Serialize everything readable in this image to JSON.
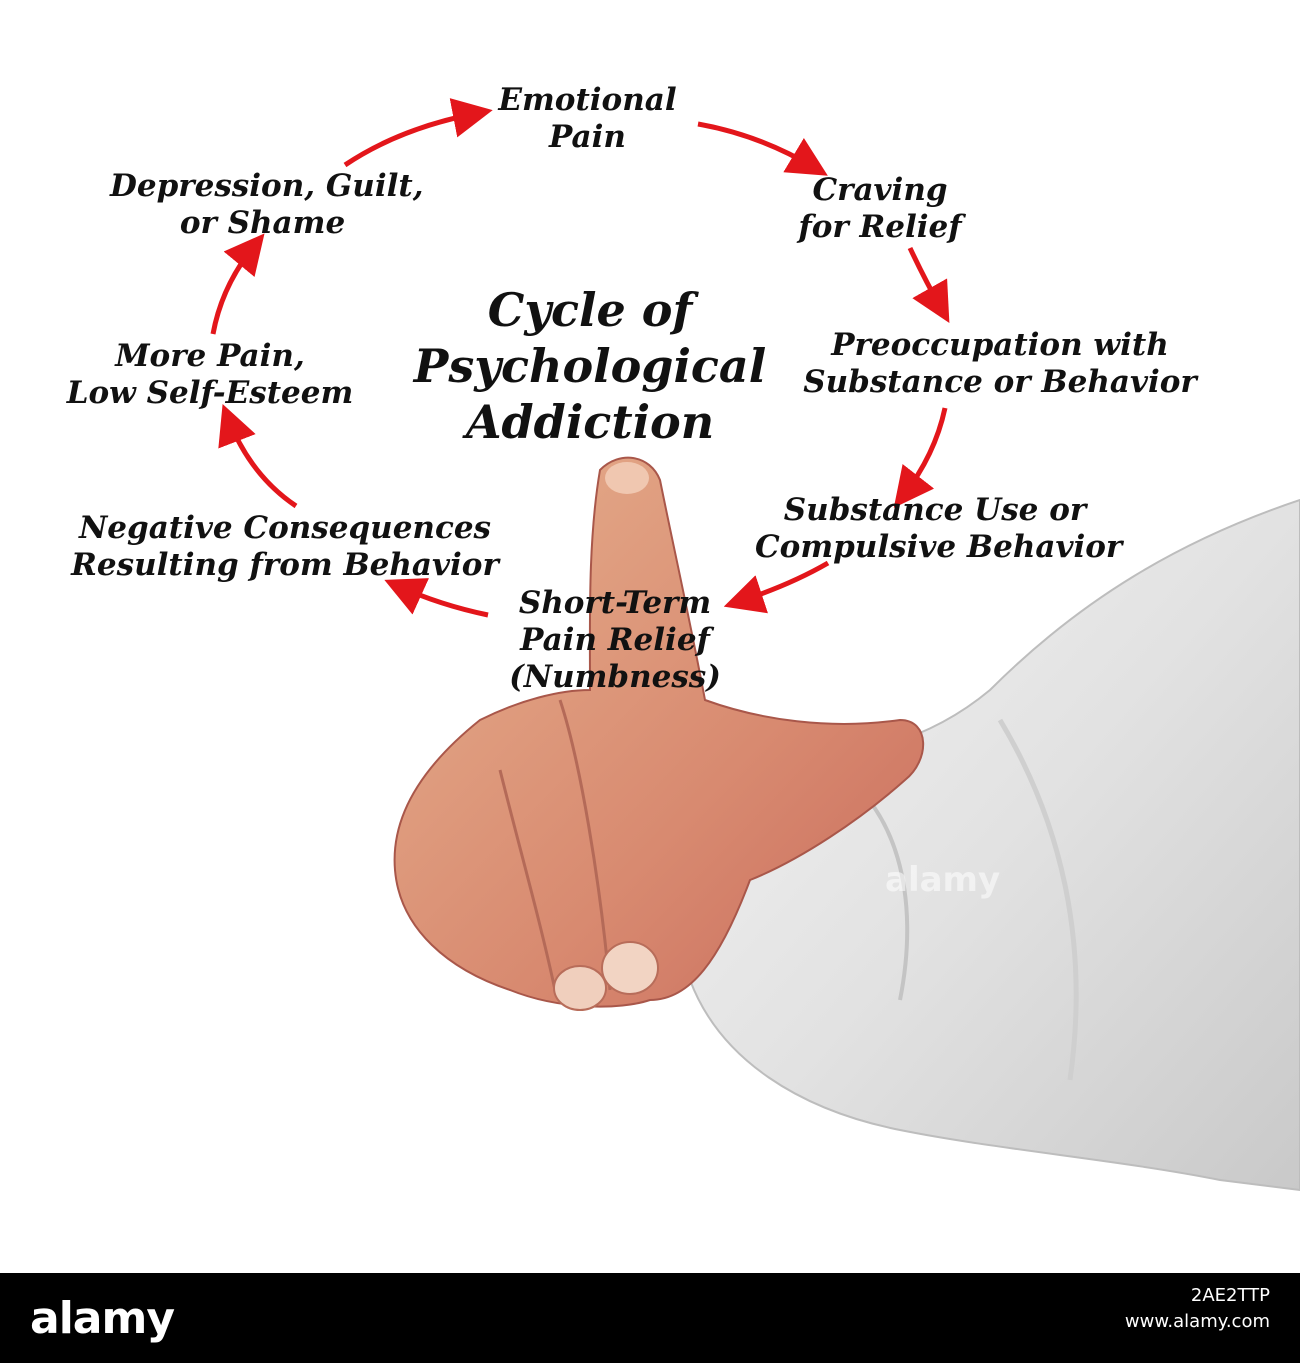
{
  "diagram": {
    "title": [
      "Cycle of",
      "Psychological",
      "Addiction"
    ],
    "nodes": {
      "emotional_pain": [
        "Emotional",
        "Pain"
      ],
      "craving": [
        "Craving",
        "for Relief"
      ],
      "preoccupation": [
        "Preoccupation with",
        "Substance or Behavior"
      ],
      "substance_use": [
        "Substance Use or",
        "Compulsive Behavior"
      ],
      "short_term": [
        "Short-Term",
        "Pain Relief",
        "(Numbness)"
      ],
      "negative": [
        "Negative Consequences",
        "Resulting from Behavior"
      ],
      "more_pain": [
        "More Pain,",
        "Low Self-Esteem"
      ],
      "depression": [
        "Depression, Guilt,",
        "or Shame"
      ]
    },
    "arrow_color": "#e3161b"
  },
  "footer": {
    "logo": "alamy",
    "image_id": "2AE2TTP",
    "site": "www.alamy.com"
  },
  "watermark": "alamy"
}
